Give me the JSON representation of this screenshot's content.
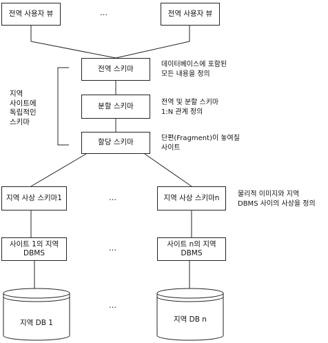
{
  "global_views": [
    "전역 사용자 뷰",
    "전역 사용자 뷰"
  ],
  "top_dots": "…",
  "schemas": {
    "global": "전역 스키마",
    "fragment": "분할 스키마",
    "allocation": "할당 스키마"
  },
  "notes": {
    "global": "데이터베이스에 포함된\n모든 내용을 정의",
    "fragment": "전역 및 분할 스키마\n1:N 관계 정의",
    "allocation": "단편(Fragment)이 놓여질\n사이트",
    "local_mapping": "물리적 이미지와 지역\nDBMS 사이의 사상을 정의"
  },
  "side_label": "지역\n사이트에\n독립적인\n스키마",
  "local_mapping": [
    "지역 사상 스키마1",
    "지역 사상 스키마n"
  ],
  "mid_dots": "…",
  "site_dbms": [
    "사이트 1의 지역\nDBMS",
    "사이트 n의 지역\nDBMS"
  ],
  "dbms_dots": "…",
  "local_db": [
    "지역 DB 1",
    "지역 DB n"
  ],
  "db_dots": "…"
}
